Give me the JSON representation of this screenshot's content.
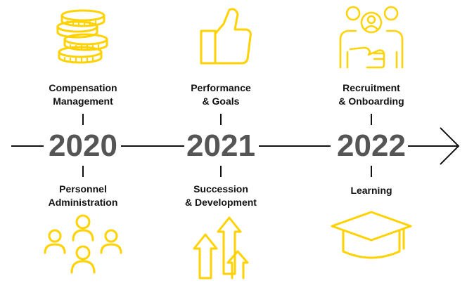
{
  "timeline": {
    "colors": {
      "accent": "#FFD200",
      "line": "#111111",
      "year": "#555555",
      "text": "#111111"
    },
    "entries": [
      {
        "year": "2020",
        "top": {
          "lines": [
            "Compensation",
            "Management"
          ],
          "icon": "coins-icon"
        },
        "bottom": {
          "lines": [
            "Personnel",
            "Administration"
          ],
          "icon": "people-group-icon"
        }
      },
      {
        "year": "2021",
        "top": {
          "lines": [
            "Performance",
            "& Goals"
          ],
          "icon": "thumbs-up-icon"
        },
        "bottom": {
          "lines": [
            "Succession",
            "& Development"
          ],
          "icon": "growth-arrows-icon"
        }
      },
      {
        "year": "2022",
        "top": {
          "lines": [
            "Recruitment",
            "& Onboarding"
          ],
          "icon": "recruitment-handshake-icon"
        },
        "bottom": {
          "lines": [
            "Learning"
          ],
          "icon": "graduation-cap-icon"
        }
      }
    ]
  }
}
